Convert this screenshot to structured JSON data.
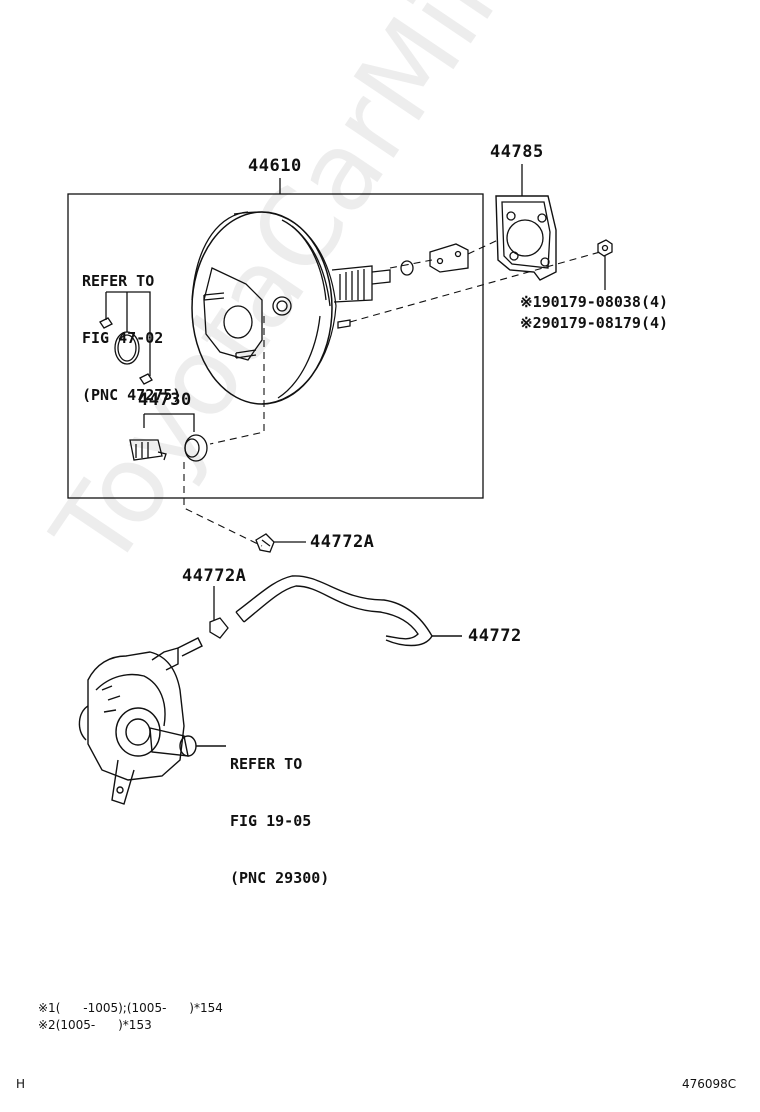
{
  "callouts": {
    "p44610": "44610",
    "p44785": "44785",
    "p44730": "44730",
    "p44772a_upper": "44772A",
    "p44772a_lower": "44772A",
    "p44772": "44772"
  },
  "refer_upper": {
    "line1": "REFER TO",
    "line2": "FIG 47-02",
    "line3": "(PNC 47275)"
  },
  "refer_lower": {
    "line1": "REFER TO",
    "line2": "FIG 19-05",
    "line3": "(PNC 29300)"
  },
  "fastener_parts": {
    "part1": "※190179-08038(4)",
    "part2": "※290179-08179(4)"
  },
  "footnotes": {
    "note1": "※1(      -1005);(1005-      )*154",
    "note2": "※2(1005-      )*153"
  },
  "footer": {
    "left": "H",
    "right": "476098C"
  },
  "watermark": "ToyotaCarMine.ru"
}
